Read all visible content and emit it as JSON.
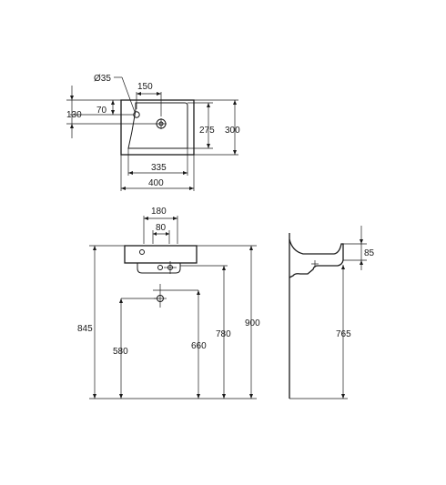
{
  "top_view": {
    "hole_diameter": "Ø35",
    "dim_150": "150",
    "dim_70": "70",
    "dim_130": "130",
    "dim_275": "275",
    "dim_300": "300",
    "dim_335": "335",
    "dim_400": "400"
  },
  "front_view": {
    "dim_180": "180",
    "dim_80": "80",
    "dim_845": "845",
    "dim_580": "580",
    "dim_660": "660",
    "dim_780": "780",
    "dim_900": "900"
  },
  "side_view": {
    "dim_85": "85",
    "dim_765": "765"
  }
}
